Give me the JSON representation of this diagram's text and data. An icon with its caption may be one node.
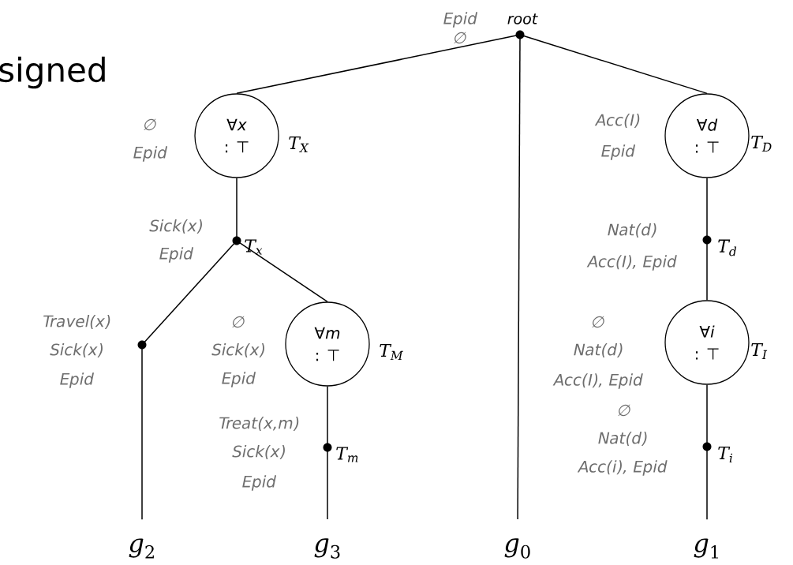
{
  "diagram": {
    "nodes": [
      {
        "text": [],
        "shape": "circle",
        "beside": [
          "root"
        ]
      },
      {
        "text": [
          "∀*x*",
          ": ⊤"
        ],
        "beside": [
          "T$_{X}$"
        ]
      },
      {
        "text": [
          "∀*d*",
          ": ⊤"
        ],
        "beside": [
          "T$_{D}$"
        ]
      },
      {
        "text": [],
        "shape": "circle",
        "beside": [
          "T$_{x}$"
        ]
      },
      {
        "text": [],
        "shape": "circle",
        "beside": [
          "T$_{d}$"
        ]
      },
      {
        "text": [],
        "shape": "circle"
      },
      {
        "text": [
          "∀*m*",
          ": ⊤"
        ],
        "beside": [
          "T$_{M}$"
        ]
      },
      {
        "text": [
          "∀*i*",
          ": ⊤"
        ],
        "beside": [
          "T$_{I}$"
        ]
      },
      {
        "text": [],
        "shape": "circle",
        "beside": [
          "T$_{m}$"
        ]
      },
      {
        "text": [],
        "shape": "circle",
        "beside": [
          "T$_{i}$"
        ]
      },
      {
        "text": [
          "*g*$_{2}$"
        ]
      },
      {
        "text": [
          "*g*$_{3}$"
        ]
      },
      {
        "text": [
          "*g*$_{0}$"
        ]
      },
      {
        "text": [
          "*g*$_{1}$"
        ]
      }
    ],
    "edges": [
      {
        "from": 0,
        "to": 1,
        "arrow": "none"
      },
      {
        "from": 0,
        "to": 12,
        "arrow": "none"
      },
      {
        "from": 0,
        "to": 2,
        "arrow": "none"
      },
      {
        "from": 1,
        "to": 3,
        "arrow": "none"
      },
      {
        "from": 3,
        "to": 5,
        "arrow": "none"
      },
      {
        "from": 3,
        "to": 6,
        "arrow": "none"
      },
      {
        "from": 5,
        "to": 10,
        "arrow": "none"
      },
      {
        "from": 6,
        "to": 8,
        "arrow": "none"
      },
      {
        "from": 8,
        "to": 11,
        "arrow": "none"
      },
      {
        "from": 2,
        "to": 4,
        "arrow": "none"
      },
      {
        "from": 4,
        "to": 7,
        "arrow": "none"
      },
      {
        "from": 7,
        "to": 9,
        "arrow": "none"
      },
      {
        "from": 9,
        "to": 13,
        "arrow": "none"
      }
    ],
    "labels": [
      "signed",
      "Epid",
      "∅",
      "∅",
      "Epid",
      "Acc(I)",
      "Epid",
      "Sick(x)",
      "Epid",
      "Nat(d)",
      "Acc(I), Epid",
      "Travel(x)",
      "Sick(x)",
      "Epid",
      "∅",
      "Sick(x)",
      "Epid",
      "∅",
      "Nat(d)",
      "Acc(I), Epid",
      "∅",
      "Nat(d)",
      "Acc(i), Epid",
      "Treat(x,m)",
      "Sick(x)",
      "Epid"
    ]
  }
}
